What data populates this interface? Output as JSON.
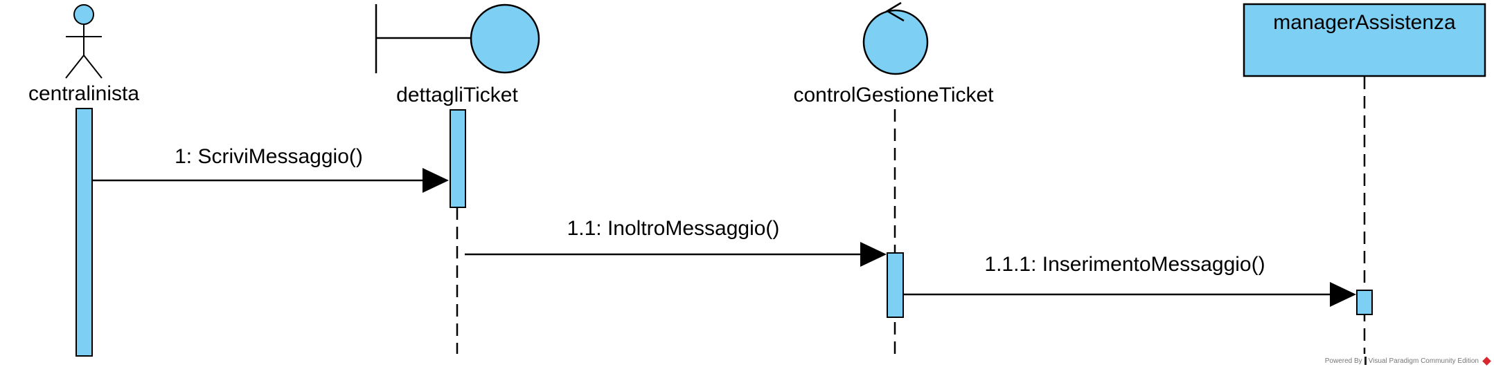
{
  "participants": {
    "actor": {
      "name": "centralinista",
      "kind": "actor"
    },
    "boundary": {
      "name": "dettagliTicket",
      "kind": "boundary"
    },
    "control": {
      "name": "controlGestioneTicket",
      "kind": "control"
    },
    "entity": {
      "name": "managerAssistenza",
      "kind": "class"
    }
  },
  "messages": [
    {
      "label": "1: ScriviMessaggio()",
      "from": "centralinista",
      "to": "dettagliTicket"
    },
    {
      "label": "1.1: InoltroMessaggio()",
      "from": "dettagliTicket",
      "to": "controlGestioneTicket"
    },
    {
      "label": "1.1.1: InserimentoMessaggio()",
      "from": "controlGestioneTicket",
      "to": "managerAssistenza"
    }
  ],
  "watermark": {
    "prefix": "Powered By",
    "product": "Visual Paradigm Community Edition"
  },
  "colors": {
    "fill": "#7ecff4",
    "stroke": "#000000",
    "background": "#ffffff"
  }
}
